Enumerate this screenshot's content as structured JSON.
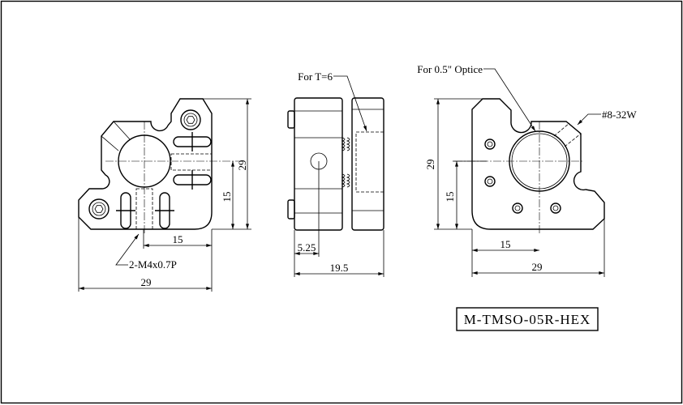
{
  "drawing": {
    "part_number": "M-TMSO-05R-HEX",
    "front_view": {
      "height_overall": "29",
      "height_center": "15",
      "width_center": "15",
      "width_overall": "29",
      "thread_note": "2-M4x0.7P"
    },
    "side_view": {
      "note": "For T=6",
      "hole_offset": "5.25",
      "depth_overall": "19.5"
    },
    "rear_view": {
      "optic_note": "For 0.5\" Optice",
      "thread_note": "#8-32W",
      "height_overall": "29",
      "height_center": "15",
      "width_center": "15",
      "width_overall": "29"
    }
  }
}
